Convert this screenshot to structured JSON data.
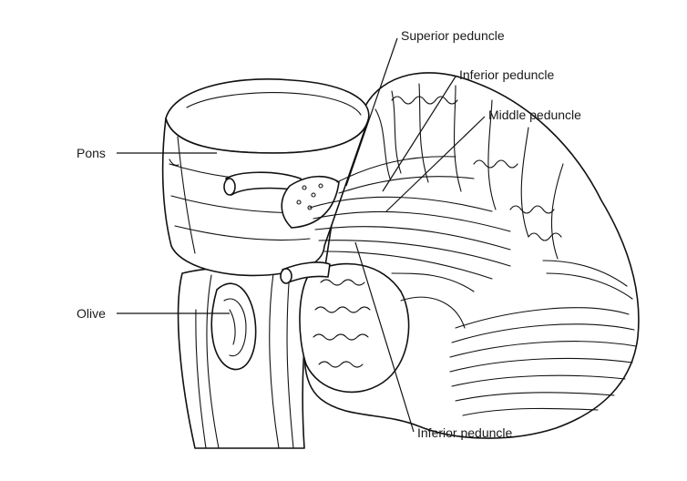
{
  "labels": {
    "superior_peduncle": "Superior peduncle",
    "inferior_peduncle_top": "Inferior peduncle",
    "middle_peduncle": "Middle peduncle",
    "pons": "Pons",
    "olive": "Olive",
    "inferior_peduncle_bottom": "Inferior peduncle"
  },
  "colors": {
    "ink": "#111111",
    "background": "#ffffff"
  }
}
